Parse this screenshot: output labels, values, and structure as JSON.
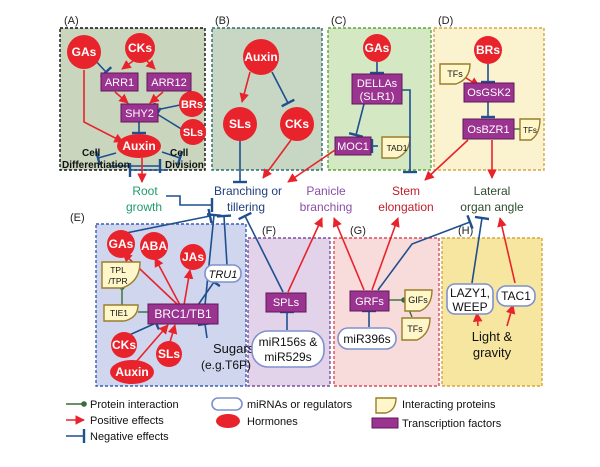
{
  "panels": {
    "a": "(A)",
    "b": "(B)",
    "c": "(C)",
    "d": "(D)",
    "e": "(E)",
    "f": "(F)",
    "g": "(G)",
    "h": "(H)"
  },
  "panel_a": {
    "gas": "GAs",
    "cks": "CKs",
    "arr1": "ARR1",
    "arr12": "ARR12",
    "shy2": "SHY2",
    "brs": "BRs",
    "sls": "SLs",
    "auxin": "Auxin",
    "cell_left": "Cell",
    "cell_right": "Cell",
    "differentiation": "Differentiation",
    "division": "Division"
  },
  "panel_b": {
    "auxin": "Auxin",
    "sls": "SLs",
    "cks": "CKs"
  },
  "panel_c": {
    "gas": "GAs",
    "dellas_1": "DELLAs",
    "dellas_2": "(SLR1)",
    "moc1": "MOC1",
    "tad1": "TAD1"
  },
  "panel_d": {
    "brs": "BRs",
    "tfs": "TFs",
    "osgsk2": "OsGSK2",
    "osbzr1": "OsBZR1",
    "tfs2": "TFs"
  },
  "phenotypes": {
    "root_1": "Root",
    "root_2": "growth",
    "branch_1": "Branching or",
    "branch_2": "tillering",
    "panicle_1": "Panicle",
    "panicle_2": "branching",
    "stem_1": "Stem",
    "stem_2": "elongation",
    "lateral_1": "Lateral",
    "lateral_2": "organ angle"
  },
  "panel_e": {
    "gas": "GAs",
    "aba": "ABA",
    "jas": "JAs",
    "tru1": "TRU1",
    "tpl_1": "TPL",
    "tpl_2": "/TPR",
    "tie1": "TIE1",
    "brc1": "BRC1/TB1",
    "sugars_1": "Sugars",
    "sugars_2": "(e.g.T6P)",
    "cks": "CKs",
    "sls": "SLs",
    "auxin": "Auxin"
  },
  "panel_f": {
    "spls": "SPLs",
    "mir_1": "miR156s &",
    "mir_2": "miR529s"
  },
  "panel_g": {
    "grfs": "GRFs",
    "gifs": "GIFs",
    "tfs": "TFs",
    "mir396": "miR396s"
  },
  "panel_h": {
    "lazy_1": "LAZY1,",
    "lazy_2": "WEEP",
    "tac1": "TAC1",
    "light_1": "Light &",
    "light_2": "gravity"
  },
  "legend": {
    "protein_interaction": "Protein interaction",
    "positive": "Positive effects",
    "negative": "Negative effects",
    "mirnas": "miRNAs or regulators",
    "hormones": "Hormones",
    "interacting": "Interacting proteins",
    "tfs": "Transcription factors"
  },
  "colors": {
    "hormone": "#e8232b",
    "transcription_factor": "#9b3391",
    "positive": "#e8232b",
    "negative": "#1f4f8f",
    "protein_interaction": "#3a6b3a",
    "panel_a_bg": "#c9d6bd",
    "panel_b_bg": "#c7d7c4",
    "panel_c_bg": "#d4e8c4",
    "panel_d_bg": "#fbf2cf",
    "panel_e_bg": "#cfd6ee",
    "panel_f_bg": "#e3d3ea",
    "panel_g_bg": "#f8dcdc",
    "panel_h_bg": "#f7e6a0"
  }
}
